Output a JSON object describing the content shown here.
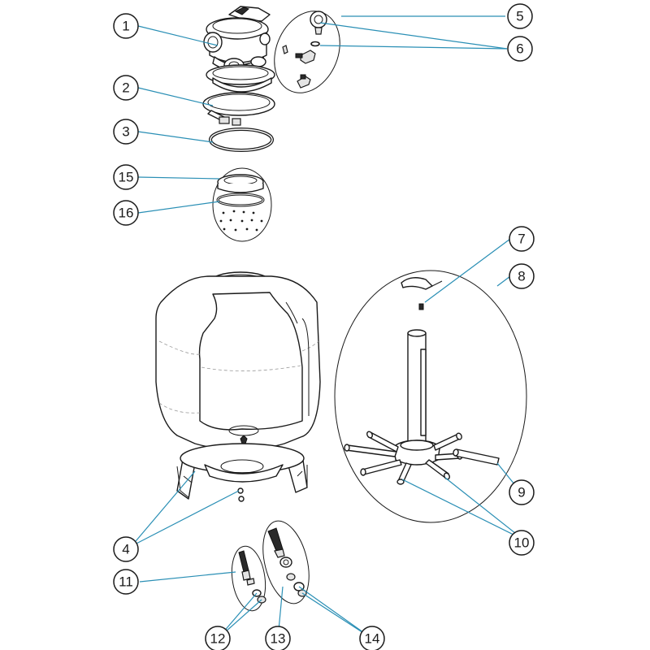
{
  "colors": {
    "leader": "#2a8fb5",
    "stroke": "#1a1a1a",
    "background": "#ffffff"
  },
  "callouts": [
    {
      "label": "1"
    },
    {
      "label": "2"
    },
    {
      "label": "3"
    },
    {
      "label": "15"
    },
    {
      "label": "16"
    },
    {
      "label": "5"
    },
    {
      "label": "6"
    },
    {
      "label": "7"
    },
    {
      "label": "8"
    },
    {
      "label": "9"
    },
    {
      "label": "10"
    },
    {
      "label": "4"
    },
    {
      "label": "11"
    },
    {
      "label": "12"
    },
    {
      "label": "13"
    },
    {
      "label": "14"
    }
  ]
}
